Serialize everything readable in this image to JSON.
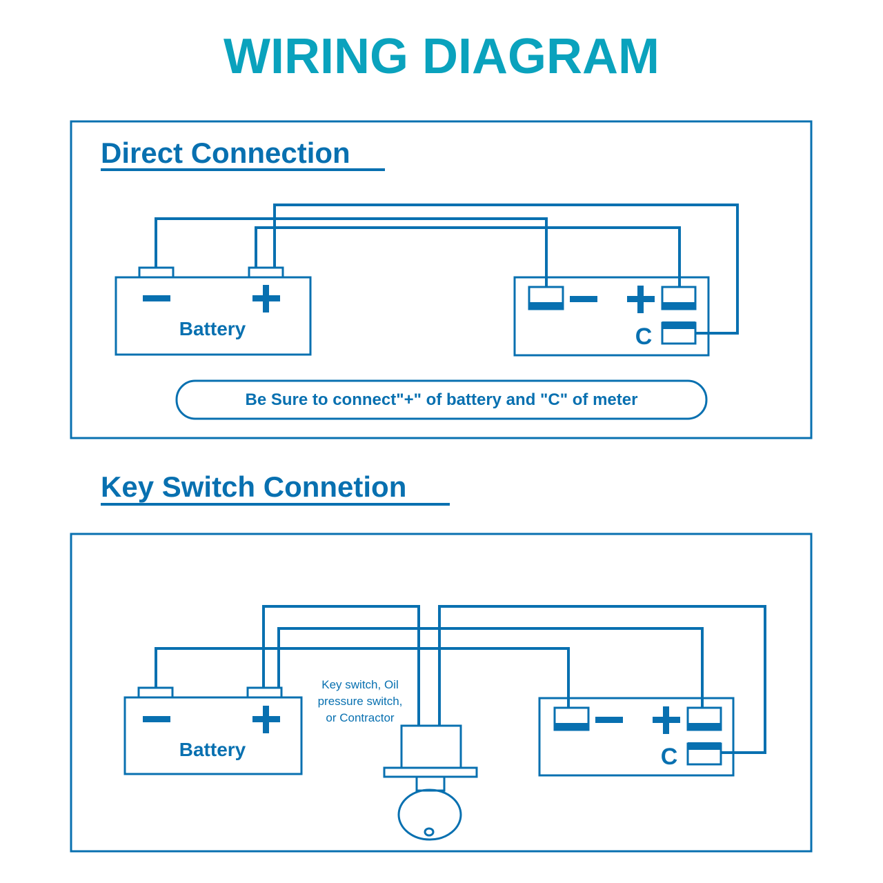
{
  "title": "WIRING DIAGRAM",
  "colors": {
    "title": "#0aa2bd",
    "primary": "#0870b0",
    "background": "#ffffff"
  },
  "direct_connection": {
    "heading": "Direct Connection",
    "battery": {
      "label": "Battery",
      "negative_symbol": "−",
      "positive_symbol": "+"
    },
    "meter": {
      "negative_symbol": "−",
      "positive_symbol": "+",
      "c_label": "C"
    },
    "note": "Be Sure to connect\"+\" of battery and \"C\" of meter"
  },
  "key_switch_connection": {
    "heading": "Key Switch Connetion",
    "battery": {
      "label": "Battery",
      "negative_symbol": "−",
      "positive_symbol": "+"
    },
    "switch_label_lines": [
      "Key switch, Oil",
      "pressure switch,",
      "or Contractor"
    ],
    "meter": {
      "negative_symbol": "−",
      "positive_symbol": "+",
      "c_label": "C"
    }
  }
}
